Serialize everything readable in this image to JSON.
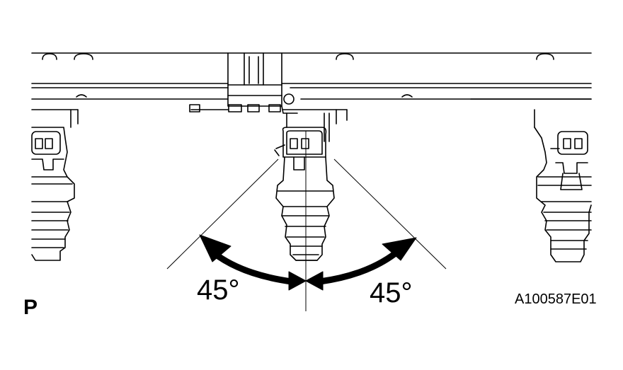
{
  "diagram": {
    "angle_left": "45°",
    "angle_right": "45°",
    "view_letter": "P",
    "figure_id": "A100587E01"
  },
  "colors": {
    "line": "#000000",
    "background": "#ffffff"
  }
}
